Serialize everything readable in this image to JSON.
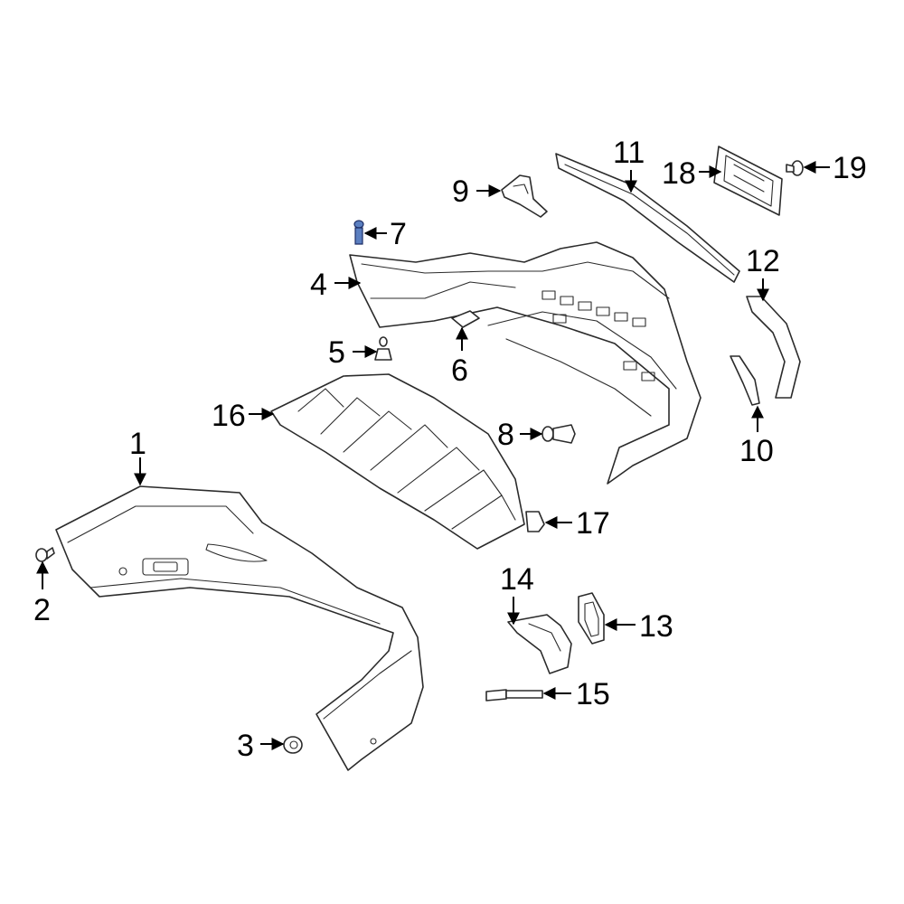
{
  "callouts": [
    {
      "id": "1",
      "label": "1"
    },
    {
      "id": "2",
      "label": "2"
    },
    {
      "id": "3",
      "label": "3"
    },
    {
      "id": "4",
      "label": "4"
    },
    {
      "id": "5",
      "label": "5"
    },
    {
      "id": "6",
      "label": "6"
    },
    {
      "id": "7",
      "label": "7"
    },
    {
      "id": "8",
      "label": "8"
    },
    {
      "id": "9",
      "label": "9"
    },
    {
      "id": "10",
      "label": "10"
    },
    {
      "id": "11",
      "label": "11"
    },
    {
      "id": "12",
      "label": "12"
    },
    {
      "id": "13",
      "label": "13"
    },
    {
      "id": "14",
      "label": "14"
    },
    {
      "id": "15",
      "label": "15"
    },
    {
      "id": "16",
      "label": "16"
    },
    {
      "id": "17",
      "label": "17"
    },
    {
      "id": "18",
      "label": "18"
    },
    {
      "id": "19",
      "label": "19"
    }
  ],
  "colors": {
    "line": "#2b2b2b",
    "highlight": "#5b7fc0"
  }
}
